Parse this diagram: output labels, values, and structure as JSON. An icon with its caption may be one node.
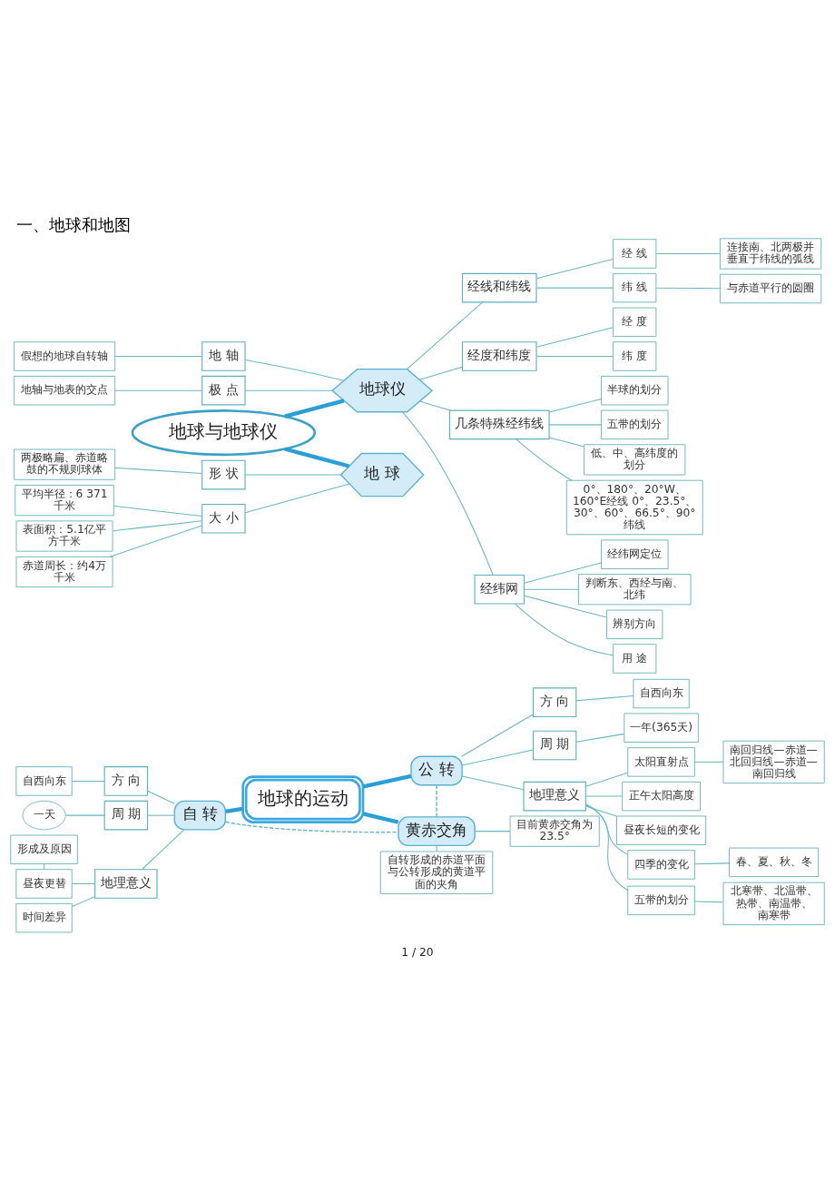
{
  "diagram": {
    "title": "一、地球和地图",
    "nodes": [
      {
        "text": [
          "地球与地球仪"
        ]
      },
      {
        "text": [
          "地球仪"
        ]
      },
      {
        "text": [
          "地 轴"
        ]
      },
      {
        "text": [
          "假想的地球自转轴"
        ]
      },
      {
        "text": [
          "极 点"
        ]
      },
      {
        "text": [
          "地轴与地表的交点"
        ]
      },
      {
        "text": [
          "地 球"
        ]
      },
      {
        "text": [
          "形 状"
        ]
      },
      {
        "text": [
          "两极略扁、赤道略鼓的不规则球体"
        ]
      },
      {
        "text": [
          "大 小"
        ]
      },
      {
        "text": [
          "平均半径：6 371千米"
        ]
      },
      {
        "text": [
          "表面积：5.1亿平方千米"
        ]
      },
      {
        "text": [
          "赤道周长：约4万千米"
        ]
      },
      {
        "text": [
          "经线和纬线"
        ]
      },
      {
        "text": [
          "经 线"
        ]
      },
      {
        "text": [
          "连接南、北两极并垂直于纬线的弧线"
        ]
      },
      {
        "text": [
          "纬 线"
        ]
      },
      {
        "text": [
          "与赤道平行的圆圈"
        ]
      },
      {
        "text": [
          "经度和纬度"
        ]
      },
      {
        "text": [
          "经 度"
        ]
      },
      {
        "text": [
          "纬 度"
        ]
      },
      {
        "text": [
          "几条特殊经纬线"
        ]
      },
      {
        "text": [
          "半球的划分"
        ]
      },
      {
        "text": [
          "五带的划分"
        ]
      },
      {
        "text": [
          "低、中、高纬度的划分"
        ]
      },
      {
        "text": [
          "0°、180°、20°W、160°E经线 0°、23.5°、30°、60°、66.5°、90°纬线"
        ]
      },
      {
        "text": [
          "经纬网"
        ]
      },
      {
        "text": [
          "经纬网定位"
        ]
      },
      {
        "text": [
          "判断东、西经与南、北纬"
        ]
      },
      {
        "text": [
          "辨别方向"
        ]
      },
      {
        "text": [
          "用 途"
        ]
      },
      {
        "text": [
          "地球的运动"
        ]
      },
      {
        "text": [
          "自 转"
        ]
      },
      {
        "text": [
          "方 向"
        ]
      },
      {
        "text": [
          "自西向东"
        ]
      },
      {
        "text": [
          "周 期"
        ]
      },
      {
        "text": [
          "一天"
        ]
      },
      {
        "text": [
          "地理意义"
        ]
      },
      {
        "text": [
          "昼夜更替"
        ]
      },
      {
        "text": [
          "形成及原因"
        ]
      },
      {
        "text": [
          "时间差异"
        ]
      },
      {
        "text": [
          "公 转"
        ]
      },
      {
        "text": [
          "方 向"
        ]
      },
      {
        "text": [
          "自西向东"
        ]
      },
      {
        "text": [
          "周 期"
        ]
      },
      {
        "text": [
          "一年(365天)"
        ]
      },
      {
        "text": [
          "地理意义"
        ]
      },
      {
        "text": [
          "太阳直射点"
        ]
      },
      {
        "text": [
          "南回归线—赤道—北回归线—赤道—南回归线"
        ]
      },
      {
        "text": [
          "正午太阳高度"
        ]
      },
      {
        "text": [
          "昼夜长短的变化"
        ]
      },
      {
        "text": [
          "四季的变化"
        ]
      },
      {
        "text": [
          "春、夏、秋、冬"
        ]
      },
      {
        "text": [
          "五带的划分"
        ]
      },
      {
        "text": [
          "北寒带、北温带、热带、南温带、南寒带"
        ]
      },
      {
        "text": [
          "黄赤交角"
        ]
      },
      {
        "text": [
          "目前黄赤交角为23.5°"
        ]
      },
      {
        "text": [
          "自转形成的赤道平面与公转形成的黄道平面的夹角"
        ]
      }
    ],
    "edges": [
      {
        "from": 0,
        "to": 1,
        "arrow": "none",
        "style": "thick",
        "color": "#2a9fd6"
      },
      {
        "from": 0,
        "to": 6,
        "arrow": "none",
        "style": "thick",
        "color": "#2a9fd6"
      },
      {
        "from": 1,
        "to": 2,
        "arrow": "none"
      },
      {
        "from": 1,
        "to": 4,
        "arrow": "none"
      },
      {
        "from": 2,
        "to": 3,
        "arrow": "none"
      },
      {
        "from": 4,
        "to": 5,
        "arrow": "none"
      },
      {
        "from": 6,
        "to": 7,
        "arrow": "none"
      },
      {
        "from": 6,
        "to": 9,
        "arrow": "none"
      },
      {
        "from": 7,
        "to": 8,
        "arrow": "none"
      },
      {
        "from": 9,
        "to": 10,
        "arrow": "none"
      },
      {
        "from": 9,
        "to": 11,
        "arrow": "none"
      },
      {
        "from": 9,
        "to": 12,
        "arrow": "none"
      },
      {
        "from": 1,
        "to": 13,
        "arrow": "none"
      },
      {
        "from": 1,
        "to": 18,
        "arrow": "none"
      },
      {
        "from": 1,
        "to": 21,
        "arrow": "none"
      },
      {
        "from": 1,
        "to": 26,
        "arrow": "none"
      },
      {
        "from": 13,
        "to": 14,
        "arrow": "none"
      },
      {
        "from": 13,
        "to": 16,
        "arrow": "none"
      },
      {
        "from": 14,
        "to": 15,
        "arrow": "none"
      },
      {
        "from": 16,
        "to": 17,
        "arrow": "none"
      },
      {
        "from": 18,
        "to": 19,
        "arrow": "none"
      },
      {
        "from": 18,
        "to": 20,
        "arrow": "none"
      },
      {
        "from": 21,
        "to": 22,
        "arrow": "none"
      },
      {
        "from": 21,
        "to": 23,
        "arrow": "none"
      },
      {
        "from": 21,
        "to": 24,
        "arrow": "none"
      },
      {
        "from": 21,
        "to": 25,
        "arrow": "none"
      },
      {
        "from": 26,
        "to": 27,
        "arrow": "none"
      },
      {
        "from": 26,
        "to": 28,
        "arrow": "none"
      },
      {
        "from": 26,
        "to": 29,
        "arrow": "none"
      },
      {
        "from": 26,
        "to": 30,
        "arrow": "none"
      },
      {
        "from": 31,
        "to": 32,
        "arrow": "none",
        "style": "thick",
        "color": "#2a9fd6"
      },
      {
        "from": 31,
        "to": 41,
        "arrow": "none",
        "style": "thick",
        "color": "#2a9fd6"
      },
      {
        "from": 31,
        "to": 55,
        "arrow": "none",
        "style": "thick",
        "color": "#2a9fd6"
      },
      {
        "from": 32,
        "to": 33,
        "arrow": "none"
      },
      {
        "from": 32,
        "to": 35,
        "arrow": "none"
      },
      {
        "from": 32,
        "to": 37,
        "arrow": "none"
      },
      {
        "from": 33,
        "to": 34,
        "arrow": "none"
      },
      {
        "from": 35,
        "to": 36,
        "arrow": "none"
      },
      {
        "from": 37,
        "to": 38,
        "arrow": "none"
      },
      {
        "from": 37,
        "to": 40,
        "arrow": "none"
      },
      {
        "from": 38,
        "to": 39,
        "arrow": "none"
      },
      {
        "from": 41,
        "to": 42,
        "arrow": "none"
      },
      {
        "from": 41,
        "to": 44,
        "arrow": "none"
      },
      {
        "from": 41,
        "to": 46,
        "arrow": "none"
      },
      {
        "from": 42,
        "to": 43,
        "arrow": "none"
      },
      {
        "from": 44,
        "to": 45,
        "arrow": "none"
      },
      {
        "from": 46,
        "to": 47,
        "arrow": "none"
      },
      {
        "from": 46,
        "to": 49,
        "arrow": "none"
      },
      {
        "from": 46,
        "to": 50,
        "arrow": "none"
      },
      {
        "from": 46,
        "to": 51,
        "arrow": "none"
      },
      {
        "from": 46,
        "to": 53,
        "arrow": "none"
      },
      {
        "from": 47,
        "to": 48,
        "arrow": "none"
      },
      {
        "from": 51,
        "to": 52,
        "arrow": "none"
      },
      {
        "from": 53,
        "to": 54,
        "arrow": "none"
      },
      {
        "from": 32,
        "to": 55,
        "arrow": "none",
        "style": "dashed"
      },
      {
        "from": 41,
        "to": 55,
        "arrow": "none",
        "style": "dashed"
      },
      {
        "from": 55,
        "to": 56,
        "arrow": "none"
      },
      {
        "from": 55,
        "to": 57,
        "arrow": "none"
      }
    ],
    "labels": [
      "1 / 20"
    ]
  }
}
